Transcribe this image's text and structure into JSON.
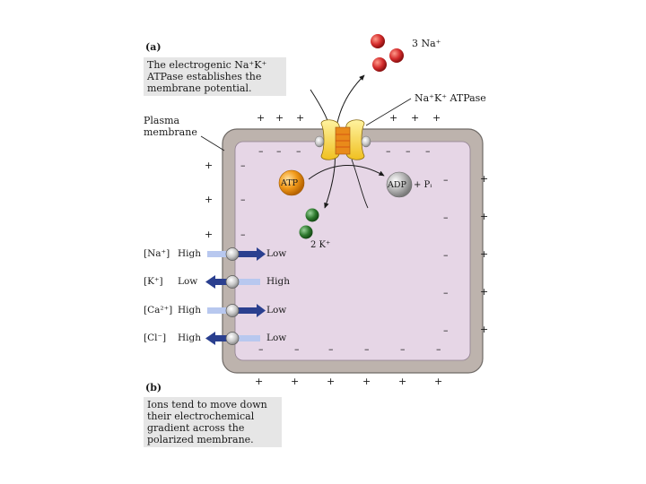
{
  "panel_a": {
    "label": "(a)",
    "caption": [
      "The electrogenic Na⁺K⁺",
      "ATPase establishes the",
      "membrane potential."
    ]
  },
  "panel_b": {
    "label": "(b)",
    "caption": [
      "Ions tend to move down",
      "their electrochemical",
      "gradient across the",
      "polarized membrane."
    ]
  },
  "plasma_membrane_label": [
    "Plasma",
    "membrane"
  ],
  "pump_label": "Na⁺K⁺ ATPase",
  "na_out_label": "3 Na⁺",
  "k_in_label": "2 K⁺",
  "atp_label": "ATP",
  "adp_label": "ADP",
  "pi_label": "+ Pᵢ",
  "ions": [
    {
      "ion": "[Na⁺]",
      "outside": "High",
      "inside": "Low"
    },
    {
      "ion": "[K⁺]",
      "outside": "Low",
      "inside": "High"
    },
    {
      "ion": "[Ca²⁺]",
      "outside": "High",
      "inside": "Low"
    },
    {
      "ion": "[Cl⁻]",
      "outside": "High",
      "inside": "Low"
    }
  ],
  "charges": {
    "plus": "+",
    "minus": "–"
  },
  "colors": {
    "cytoplasm": "#e6d6e6",
    "membrane": "#bdb3ad",
    "na_ion": "#d42c2c",
    "k_ion": "#2f7a2f",
    "atp": "#f29a1a",
    "adp": "#b8b8b8",
    "arrow_dark": "#2a3f8f",
    "arrow_light": "#b8c8ef"
  }
}
